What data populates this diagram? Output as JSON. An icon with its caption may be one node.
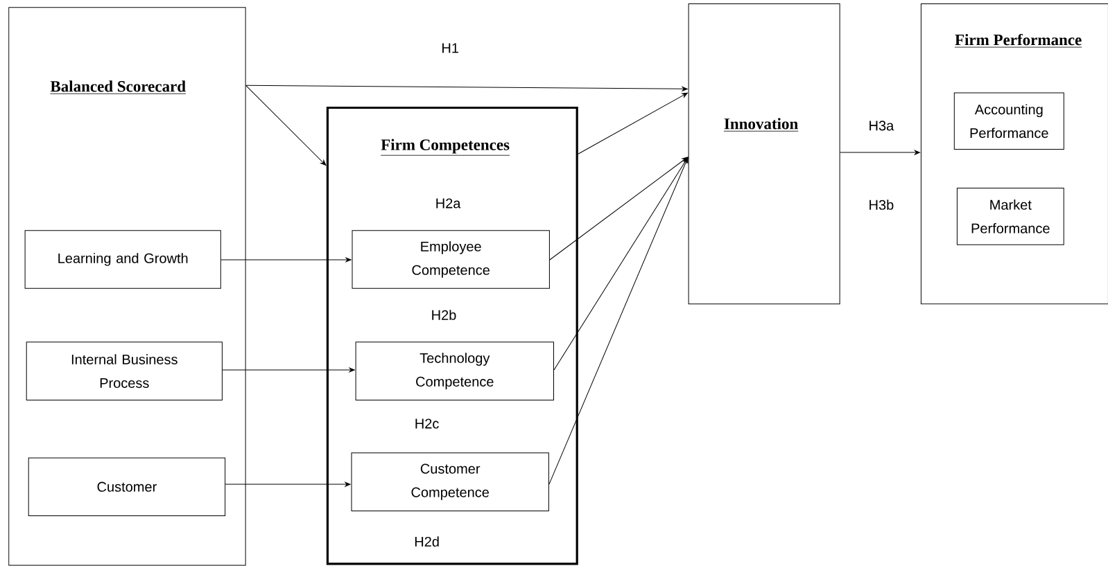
{
  "diagram": {
    "nodes": [
      {
        "text": [
          "Balanced Scorecard"
        ]
      },
      {
        "text": [
          "Learning and Growth"
        ],
        "in": 0
      },
      {
        "text": [
          "Internal Business Process"
        ],
        "in": 0
      },
      {
        "text": [
          "Customer"
        ],
        "in": 0
      },
      {
        "text": [
          "Firm Competences"
        ]
      },
      {
        "text": [
          "Employee Competence"
        ],
        "in": 4
      },
      {
        "text": [
          "Technology Competence"
        ],
        "in": 4
      },
      {
        "text": [
          "Customer Competence"
        ],
        "in": 4
      },
      {
        "text": [
          "Innovation"
        ]
      },
      {
        "text": [
          "Firm Performance"
        ]
      },
      {
        "text": [
          "Accounting Performance"
        ],
        "in": 9
      },
      {
        "text": [
          "Market Performance"
        ],
        "in": 9
      }
    ],
    "edges": [
      {
        "from": 0,
        "to": 8,
        "arrow": "to"
      },
      {
        "from": 0,
        "to": 4,
        "arrow": "to"
      },
      {
        "from": 4,
        "to": 8,
        "arrow": "to"
      },
      {
        "from": 5,
        "to": 8,
        "arrow": "to"
      },
      {
        "from": 6,
        "to": 8,
        "arrow": "to"
      },
      {
        "from": 7,
        "to": 8,
        "arrow": "to"
      },
      {
        "from": 1,
        "to": 5,
        "arrow": "to"
      },
      {
        "from": 2,
        "to": 6,
        "arrow": "to"
      },
      {
        "from": 3,
        "to": 7,
        "arrow": "to"
      },
      {
        "from": 8,
        "to": 9,
        "arrow": "to"
      }
    ],
    "labels": [
      "H1",
      "H2a",
      "H2b",
      "H2c",
      "H2d",
      "H3a",
      "H3b"
    ]
  }
}
